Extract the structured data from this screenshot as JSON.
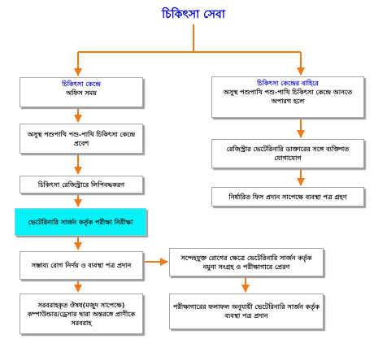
{
  "title": "চিকিৎসা সেবা",
  "left_column": {
    "box1": {
      "heading": "চিকিৎসা কেন্দ্রে",
      "sub": "অফিস সময়"
    },
    "box2": "অসুস্থ পশুপাখি পশু-পাখি চিকিৎসা কেন্দ্রে প্রবেশ",
    "box3": "চিকিৎসা রেজিস্ট্রারে লিপিবদ্ধকরণ",
    "box4": "ভেটেরিনারি সার্জন কর্তৃক পরীক্ষা নিরীক্ষা",
    "box5": "সম্ভাব্য রোগ নির্ণয় ও ব্যবস্থা পত্র প্রদান",
    "box6": "সরবরাহকৃত ঔষধ(মজুদ সাপেক্ষে) কম্পাউন্ডার/ড্রেসার দ্বারা অন্তরঙ্গে প্রাণীকে সরবরাহ"
  },
  "right_column": {
    "box1": {
      "heading": "চিকিৎসা কেন্দ্রের বাহিরে",
      "sub": "অসুস্থ পশুপাখি পশু-পাখি চিকিৎসা কেন্দ্রে আনতে অপারগ হলে"
    },
    "box2": "রেজিস্ট্রার ভেটেরিনারি ডাক্তারের সঙ্গে ব্যক্তিগত যোগাযোগ",
    "box3": "নির্ধারিত ফিস প্রদান সাপেক্ষে ব্যবস্থা পত্র গ্রহণ"
  },
  "middle_column": {
    "box1": "সন্দেহযুক্ত রোগের ক্ষেত্রে ভেটেরিনারি সার্জন কর্তৃক নমুনা সংগ্রহ ও পরীক্ষাগারে প্রেরণ",
    "box2": "পরীক্ষাগারের ফলাফল অনুযায়ী ভেটেরিনারি সার্জন কর্তৃক ব্যবস্থা পত্র প্রদান"
  },
  "colors": {
    "arrow": "#f07a1a",
    "title": "#0000d8",
    "heading": "#1010d0",
    "highlight_box": "#05f3f8"
  }
}
